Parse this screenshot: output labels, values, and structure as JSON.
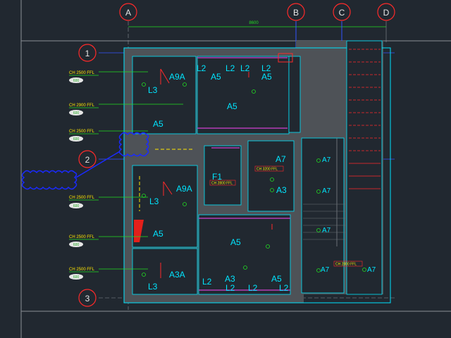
{
  "colors": {
    "background": "#212830",
    "wall_fill": "#4e5257",
    "outline": "#00e5ff",
    "grid_line": "#3355ff",
    "red": "#ff2a2a",
    "magenta": "#d040d0",
    "green": "#22dd22",
    "yellow": "#ffe600",
    "cloud": "#1a2aff",
    "white": "#e6e6e6",
    "grey_line": "#8a8f96"
  },
  "axes": {
    "top": [
      "A",
      "B",
      "C",
      "D"
    ],
    "left": [
      "1",
      "2",
      "3"
    ]
  },
  "dimension_label": "8600",
  "zones": {
    "top_left": [
      "A9A",
      "L3",
      "A5"
    ],
    "top_mid": [
      "L2",
      "A5",
      "L2",
      "L2",
      "L2",
      "A5",
      "A5"
    ],
    "center": [
      "F1",
      "A7",
      "A3"
    ],
    "bottom_left": [
      "A9A",
      "L3",
      "A5",
      "A3A",
      "L3"
    ],
    "bottom_mid": [
      "A5",
      "L2",
      "A3",
      "L2",
      "L2",
      "A5",
      "L2"
    ],
    "stair": [
      "A7",
      "A7",
      "A7",
      "A7",
      "A7"
    ]
  },
  "ceiling_tags": [
    "CH 2500 FFL",
    "CH 2900 FFL",
    "CH 2500 FFL",
    "CH 2500 FFL",
    "CH 2500 FFL",
    "CH 2500 FFL"
  ],
  "bubble_tag": "600",
  "mid_tags": [
    "CH 3200 FFL",
    "CH 2800 FFL",
    "CH 2800 FFL"
  ]
}
